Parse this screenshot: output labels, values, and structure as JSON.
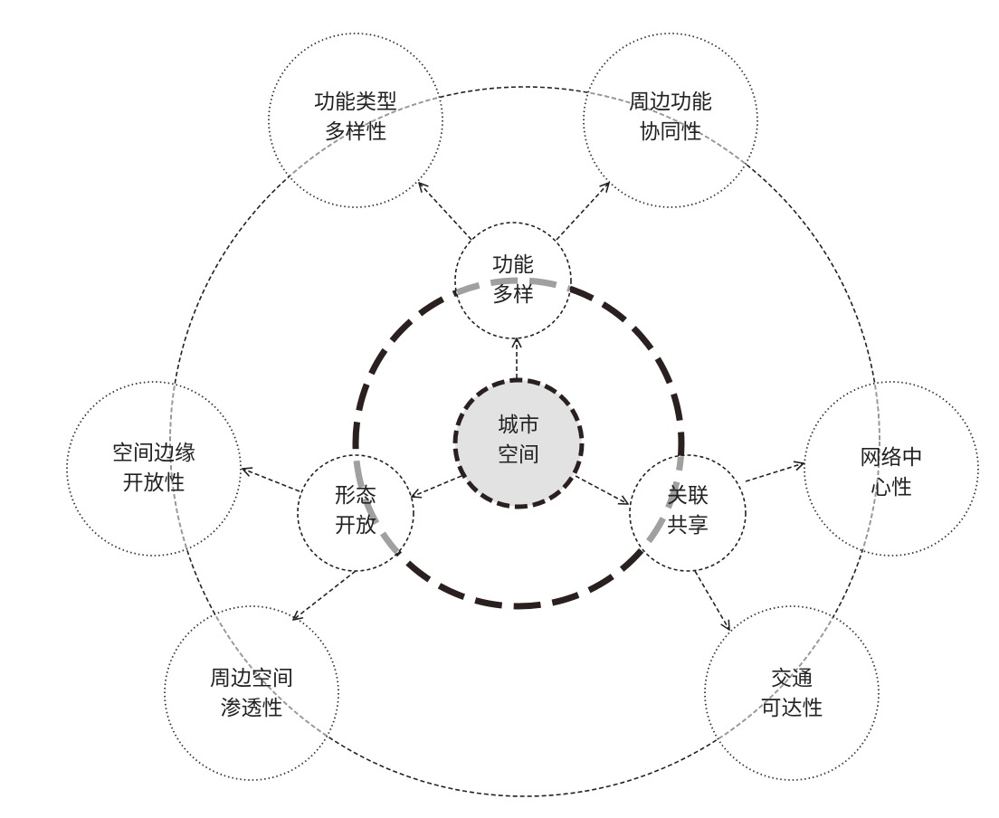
{
  "center": {
    "lines": [
      "城市",
      "空间"
    ]
  },
  "mid_nodes": [
    {
      "id": "function",
      "lines": [
        "功能",
        "多样"
      ]
    },
    {
      "id": "form",
      "lines": [
        "形态",
        "开放"
      ]
    },
    {
      "id": "share",
      "lines": [
        "关联",
        "共享"
      ]
    }
  ],
  "outer_nodes": [
    {
      "id": "function-type",
      "lines": [
        "功能类型",
        "多样性"
      ]
    },
    {
      "id": "surrounding-function",
      "lines": [
        "周边功能",
        "协同性"
      ]
    },
    {
      "id": "space-edge",
      "lines": [
        "空间边缘",
        "开放性"
      ]
    },
    {
      "id": "network",
      "lines": [
        "网络中",
        "心性"
      ]
    },
    {
      "id": "surrounding-space",
      "lines": [
        "周边空间",
        "渗透性"
      ]
    },
    {
      "id": "traffic",
      "lines": [
        "交通",
        "可达性"
      ]
    }
  ],
  "colors": {
    "center_fill": "#e2e2e2",
    "ring_dark": "#2a2020",
    "ring_gray": "#a0a0a0",
    "line": "#222222"
  }
}
